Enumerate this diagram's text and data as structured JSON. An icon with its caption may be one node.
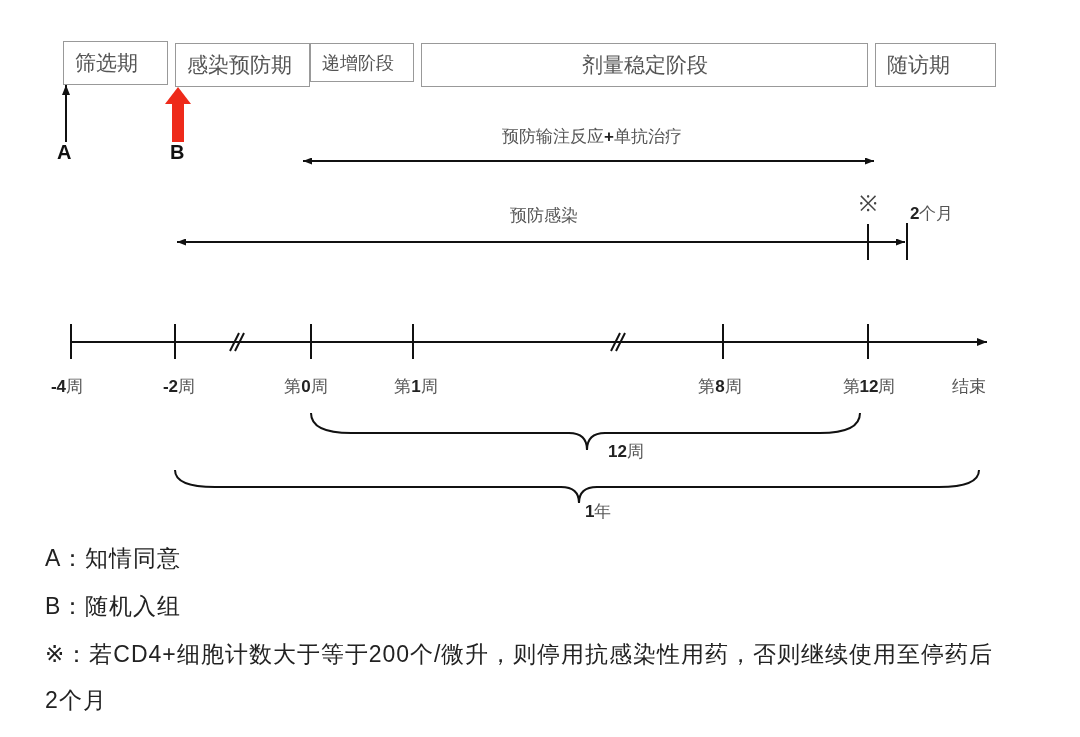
{
  "diagram": {
    "nodes": [
      {
        "text": [
          "筛选期"
        ]
      },
      {
        "text": [
          "感染预防期"
        ]
      },
      {
        "text": [
          "递增阶段"
        ]
      },
      {
        "text": [
          "剂量稳定阶段"
        ]
      },
      {
        "text": [
          "随访期"
        ]
      },
      {
        "text": [
          "A"
        ]
      },
      {
        "text": [
          "B"
        ]
      }
    ],
    "edges": [
      {
        "from": 5,
        "to": 0,
        "arrow": "to"
      },
      {
        "from": 6,
        "to": 1,
        "arrow": "to",
        "style": "thick",
        "color": "#ee2a1a"
      }
    ],
    "labels": [
      "预防输注反应**+**单抗治疗",
      "预防感染",
      "※",
      "**2**个月",
      "**-4**周",
      "**-2**周",
      "第**0**周",
      "第**1**周",
      "第**8**周",
      "第**12**周",
      "结束",
      "**12**周",
      "**1**年",
      "A：知情同意",
      "B：随机入组",
      "※：若CD4+细胞计数大于等于200个/微升，则停用抗感染性用药，否则继续使用至停药后2个月"
    ]
  }
}
